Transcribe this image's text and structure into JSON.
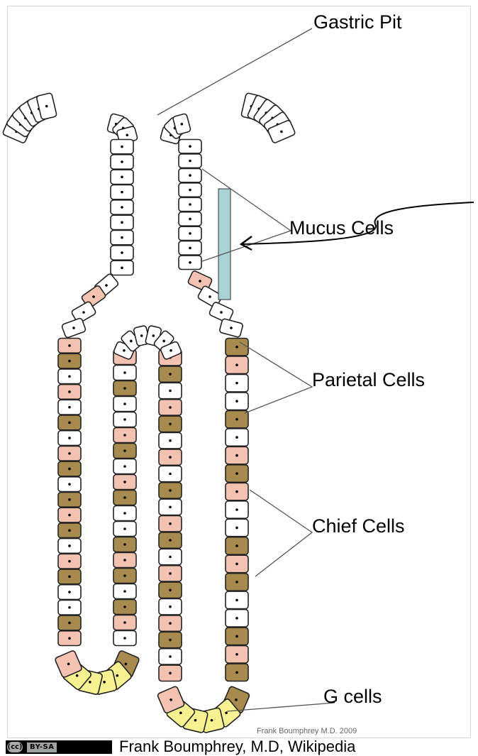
{
  "labels": {
    "gastric_pit": "Gastric Pit",
    "mucus_cells": "Mucus Cells",
    "parietal_cells": "Parietal Cells",
    "chief_cells": "Chief Cells",
    "g_cells": "G cells"
  },
  "credit": "Frank Boumphrey M.D. 2009",
  "attribution": {
    "license_badge": "BY-SA",
    "cc_mark": "(cc)",
    "text": "Frank Boumphrey, M.D, Wikipedia"
  },
  "colors": {
    "mucus_cell": "#ffffff",
    "parietal_cell": "#f4c2b0",
    "chief_cell": "#a68a4e",
    "g_cell": "#f7f291",
    "highlight_bar": "#a8d2d6",
    "outline": "#222222"
  }
}
